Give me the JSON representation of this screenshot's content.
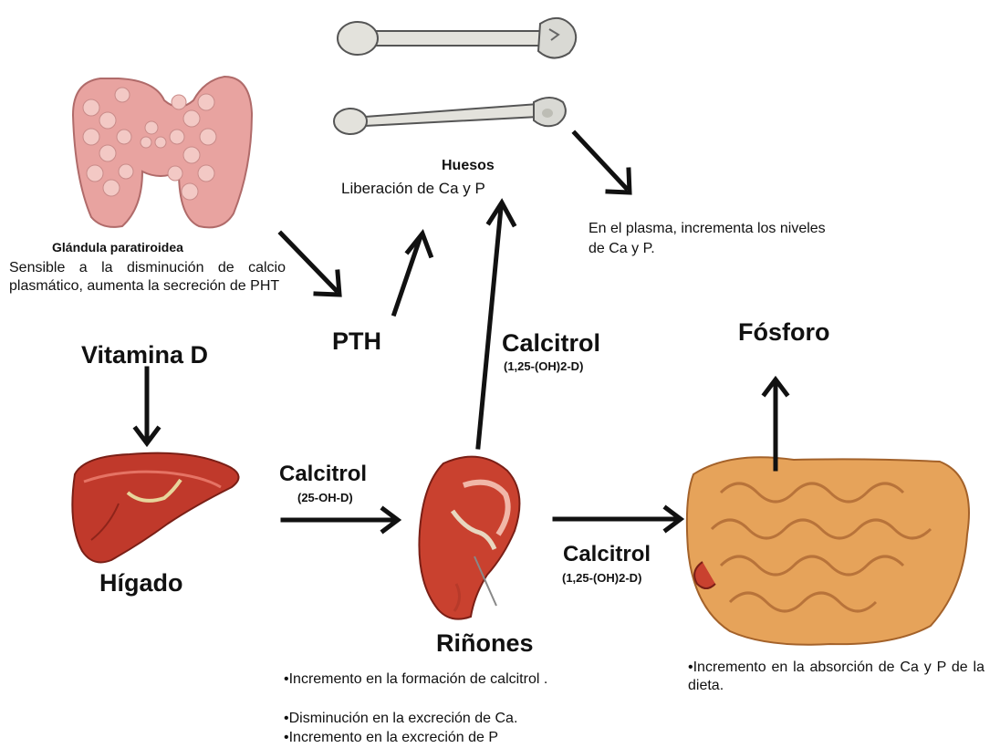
{
  "bones": {
    "title": "Huesos",
    "subtitle": "Liberación de Ca y P"
  },
  "plasma_note": {
    "line1": "En el plasma, incrementa los niveles",
    "line2": "de Ca y P."
  },
  "parathyroid": {
    "title": "Glándula paratiroidea",
    "description": "Sensible a la disminución de calcio plasmático, aumenta la secreción de PHT"
  },
  "vitamin_d": "Vitamina D",
  "pth": "PTH",
  "calcitrol_up": {
    "label": "Calcitrol",
    "formula": "(1,25-(OH)2-D)"
  },
  "fosforo": "Fósforo",
  "liver": "Hígado",
  "calcitrol_left": {
    "label": "Calcitrol",
    "formula": "(25-OH-D)"
  },
  "calcitrol_right": {
    "label": "Calcitrol",
    "formula": "(1,25-(OH)2-D)"
  },
  "kidneys": {
    "title": "Riñones",
    "effects": [
      "•Incremento en la formación de calcitrol .",
      "•Disminución en la excreción de Ca.",
      "•Incremento en la excreción de P"
    ]
  },
  "intestine_note": "•Incremento en la absorción de Ca y P de la dieta.",
  "colors": {
    "arrow": "#111111",
    "organ_red": "#c0392b",
    "gland_pink": "#e8a3a0",
    "intestine_orange": "#e6a35a",
    "bone_gray": "#d9d9d4"
  }
}
